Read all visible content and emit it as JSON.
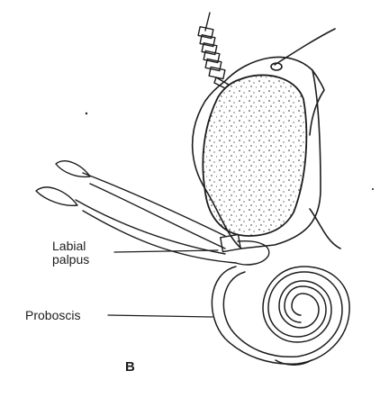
{
  "figure": {
    "panel_letter": "B",
    "labels": {
      "labial_palpus": [
        "Labial",
        "palpus"
      ],
      "proboscis": "Proboscis"
    }
  },
  "colors": {
    "ink": "#1c1c1c",
    "paper": "#ffffff"
  }
}
